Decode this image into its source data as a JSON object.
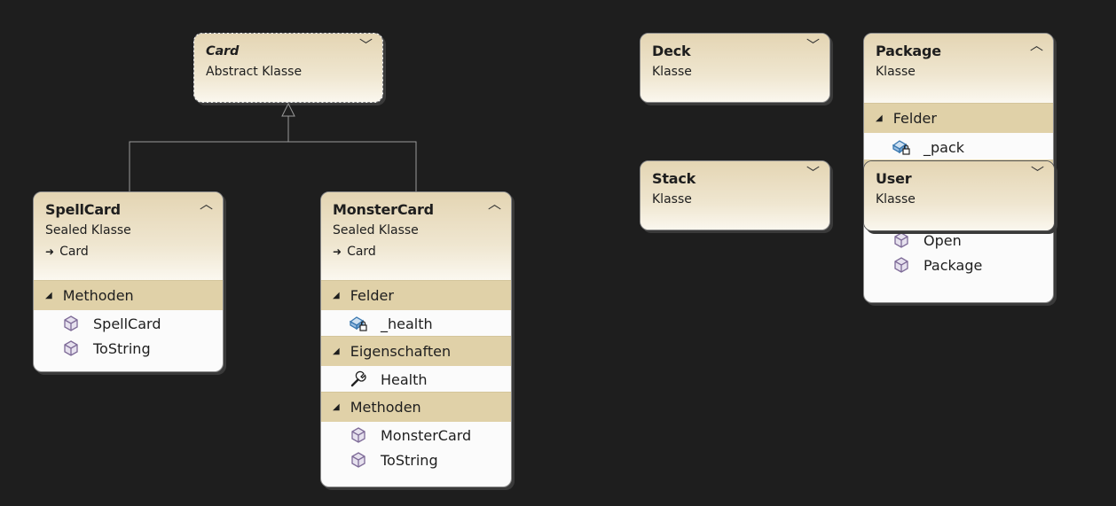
{
  "classes": {
    "card": {
      "name": "Card",
      "kind": "Abstract Klasse"
    },
    "spellcard": {
      "name": "SpellCard",
      "kind": "Sealed Klasse",
      "base": "Card",
      "sections": [
        {
          "title": "Methoden",
          "items": [
            {
              "label": "SpellCard",
              "icon": "method-icon"
            },
            {
              "label": "ToString",
              "icon": "method-icon"
            }
          ]
        }
      ]
    },
    "monstercard": {
      "name": "MonsterCard",
      "kind": "Sealed Klasse",
      "base": "Card",
      "sections": [
        {
          "title": "Felder",
          "items": [
            {
              "label": "_health",
              "icon": "private-field-icon"
            }
          ]
        },
        {
          "title": "Eigenschaften",
          "items": [
            {
              "label": "Health",
              "icon": "property-wrench-icon"
            }
          ]
        },
        {
          "title": "Methoden",
          "items": [
            {
              "label": "MonsterCard",
              "icon": "method-icon"
            },
            {
              "label": "ToString",
              "icon": "method-icon"
            }
          ]
        }
      ]
    },
    "deck": {
      "name": "Deck",
      "kind": "Klasse"
    },
    "stack": {
      "name": "Stack",
      "kind": "Klasse"
    },
    "package": {
      "name": "Package",
      "kind": "Klasse",
      "sections": [
        {
          "title": "Felder",
          "items": [
            {
              "label": "_pack",
              "icon": "private-field-icon"
            }
          ]
        }
      ],
      "hidden_items": [
        {
          "label": "Open",
          "icon": "method-icon"
        },
        {
          "label": "Package",
          "icon": "method-icon"
        }
      ]
    },
    "user": {
      "name": "User",
      "kind": "Klasse"
    }
  },
  "colors": {
    "background": "#1e1e1e",
    "header_gradient_top": "#e4d5b3",
    "section_header": "#e0d1a8",
    "body": "#fbfbfb",
    "method_icon": "#7d6a97",
    "field_icon": "#3a78b0"
  }
}
